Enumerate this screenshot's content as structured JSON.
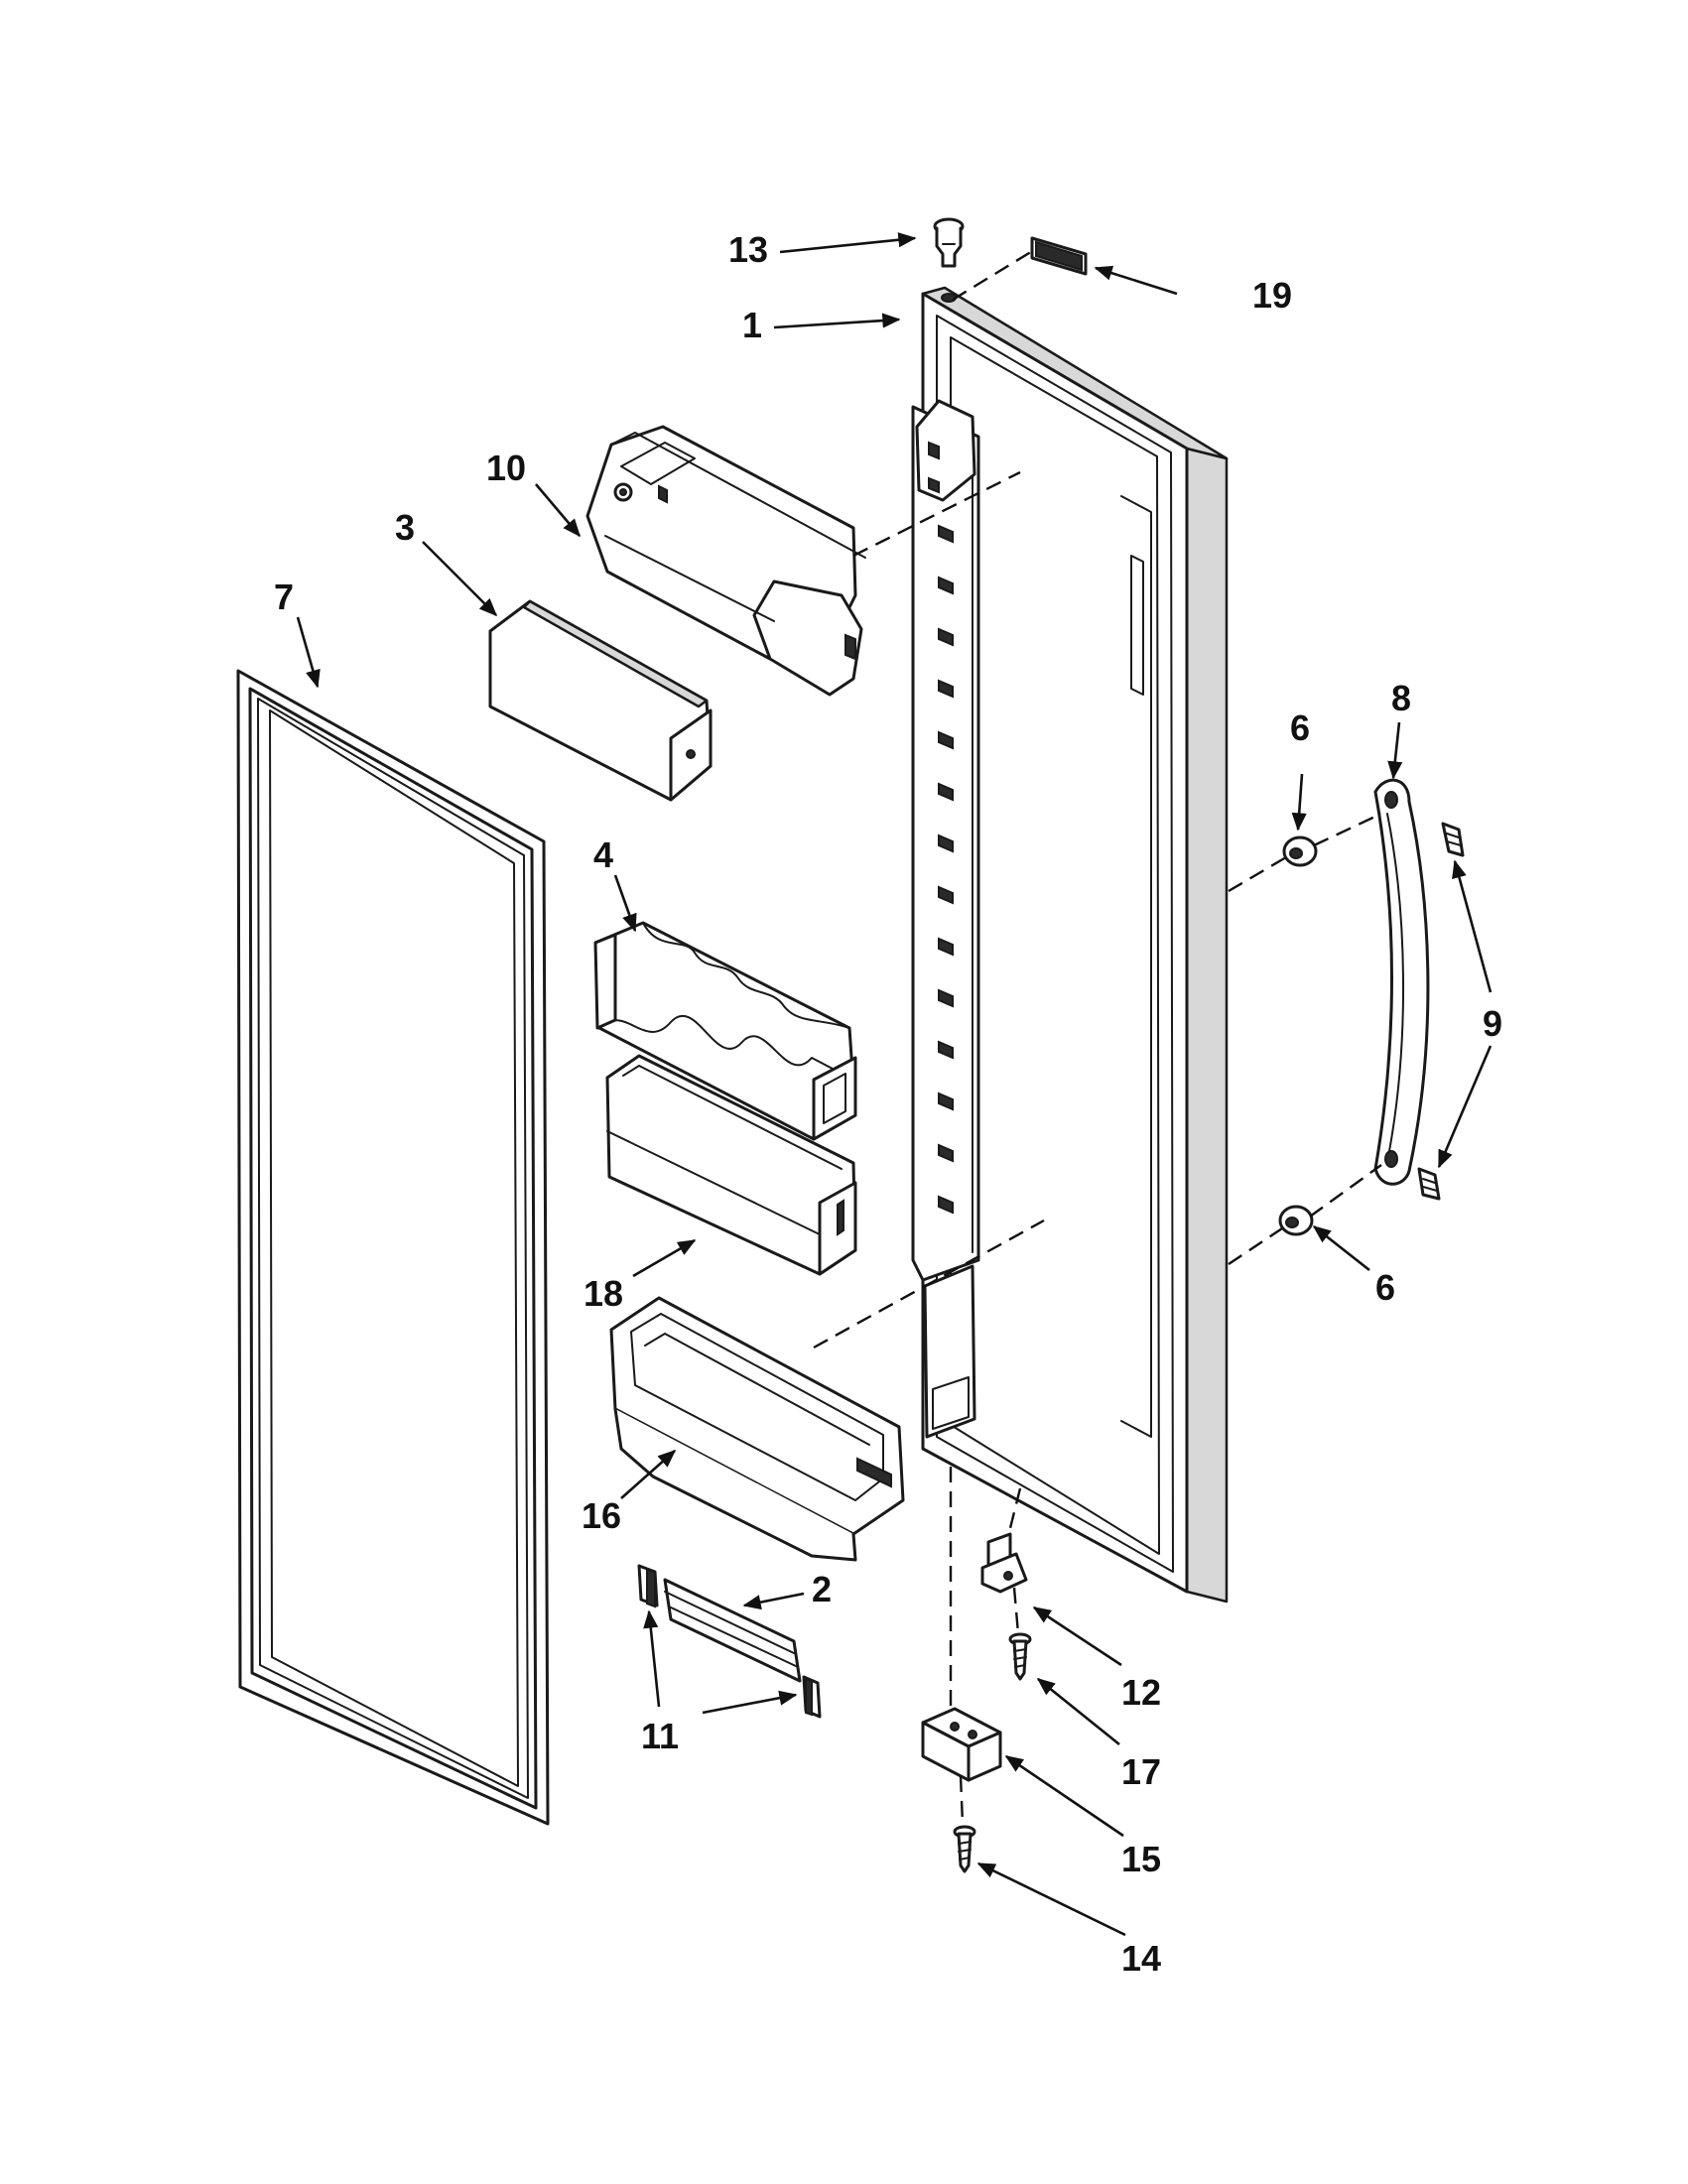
{
  "callouts": {
    "c1": "1",
    "c2": "2",
    "c3": "3",
    "c4": "4",
    "c6a": "6",
    "c6b": "6",
    "c7": "7",
    "c8": "8",
    "c9": "9",
    "c10": "10",
    "c11": "11",
    "c12": "12",
    "c13": "13",
    "c14": "14",
    "c15": "15",
    "c16": "16",
    "c17": "17",
    "c18": "18",
    "c19": "19"
  }
}
